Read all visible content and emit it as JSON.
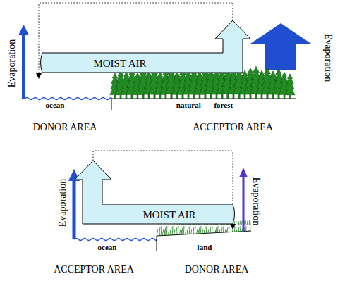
{
  "diagram": {
    "nodes": [
      {
        "text": [
          "MOIST AIR"
        ]
      },
      {
        "text": [
          "MOIST AIR"
        ]
      }
    ],
    "labels": [
      "Evaporation",
      "ocean",
      "natural forest",
      "Evaporation",
      "DONOR AREA",
      "ACCEPTOR AREA",
      "Evaporation",
      "ocean",
      "land",
      "Evaporation",
      "ACCEPTOR AREA",
      "DONOR AREA"
    ]
  }
}
